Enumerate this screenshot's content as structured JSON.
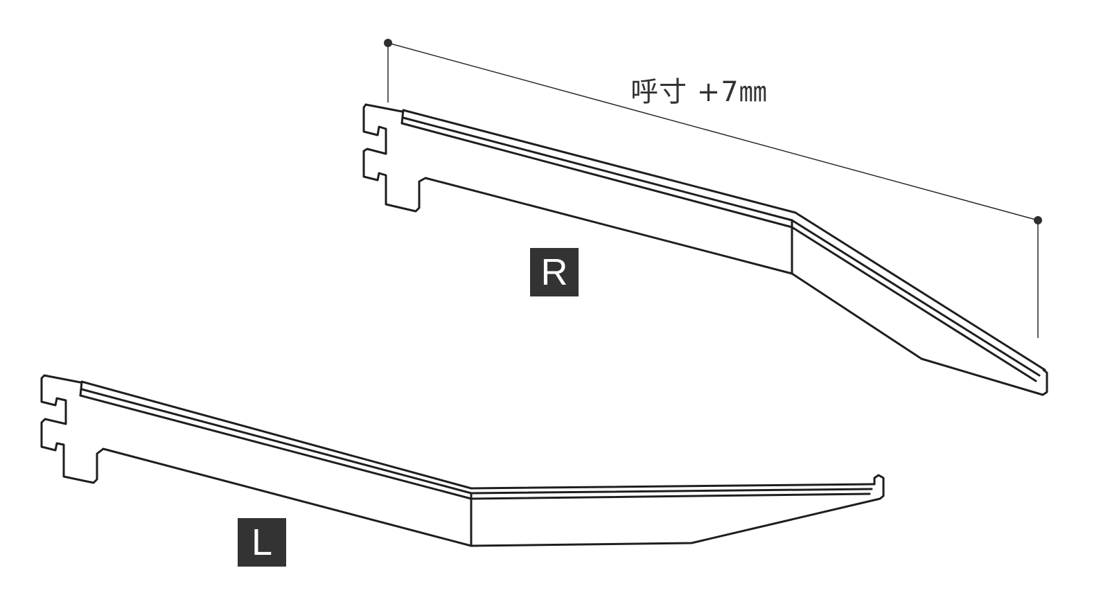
{
  "dimension": {
    "label": "呼寸 +7㎜"
  },
  "brackets": [
    {
      "id": "right",
      "label": "R"
    },
    {
      "id": "left",
      "label": "L"
    }
  ]
}
